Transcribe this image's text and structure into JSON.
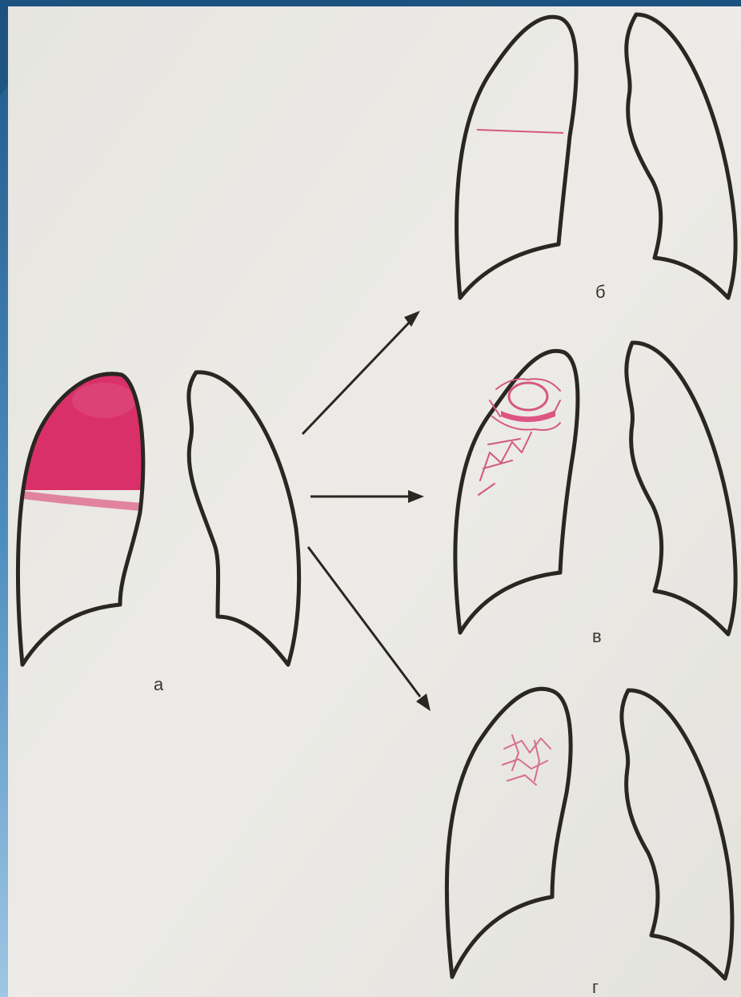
{
  "panels": [
    {
      "id": "a",
      "label": "а"
    },
    {
      "id": "b",
      "label": "б"
    },
    {
      "id": "v",
      "label": "в"
    },
    {
      "id": "g",
      "label": "г"
    }
  ],
  "colors": {
    "lesion": "#d9306a",
    "trace": "#d4587f",
    "outline": "#2a2620",
    "paper": "#ebeae6",
    "slide_blue": "#1e5a86"
  }
}
